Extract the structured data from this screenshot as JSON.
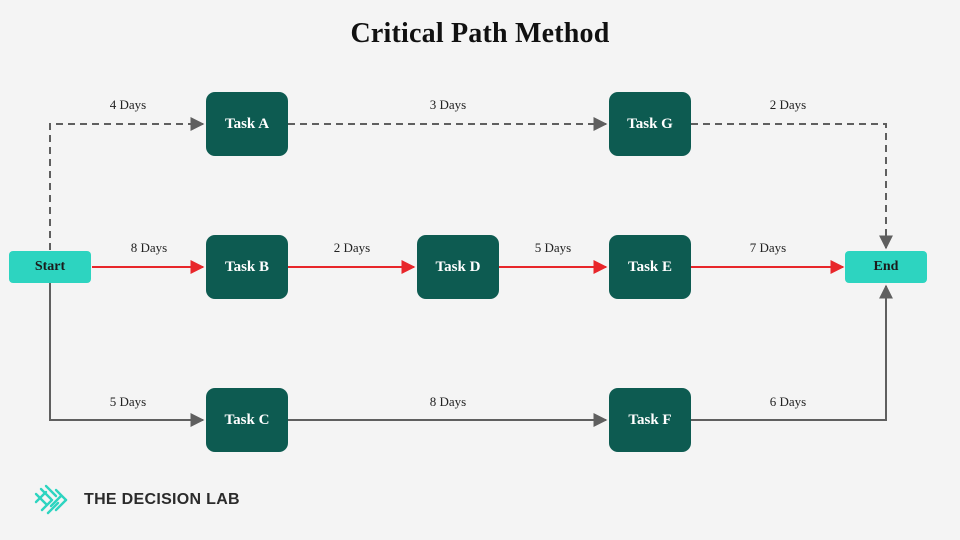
{
  "title": "Critical Path Method",
  "nodes": {
    "start": "Start",
    "end": "End",
    "task_a": "Task A",
    "task_b": "Task B",
    "task_c": "Task C",
    "task_d": "Task D",
    "task_e": "Task E",
    "task_f": "Task F",
    "task_g": "Task G"
  },
  "edges": {
    "start_a": "4 Days",
    "a_g": "3 Days",
    "g_end": "2 Days",
    "start_b": "8 Days",
    "b_d": "2 Days",
    "d_e": "5 Days",
    "e_end": "7 Days",
    "start_c": "5 Days",
    "c_f": "8 Days",
    "f_end": "6 Days"
  },
  "colors": {
    "critical_path": "#e8262a",
    "normal_path": "#5f5f5f",
    "task": "#0d5b51",
    "terminal": "#2dd4c0"
  },
  "brand": {
    "name": "THE DECISION LAB",
    "icon": "decision-lab-logo-icon"
  }
}
